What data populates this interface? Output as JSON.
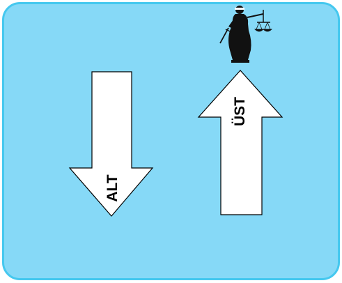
{
  "panel": {
    "background_color": "#86d9f7",
    "border_color": "#45c8ef"
  },
  "arrows": {
    "down": {
      "label": "ALT",
      "direction": "down",
      "fill": "#ffffff",
      "stroke": "#000000"
    },
    "up": {
      "label": "ÜST",
      "direction": "up",
      "fill": "#ffffff",
      "stroke": "#000000"
    }
  },
  "figure": {
    "icon": "lady-justice-icon",
    "color": "#111111"
  }
}
